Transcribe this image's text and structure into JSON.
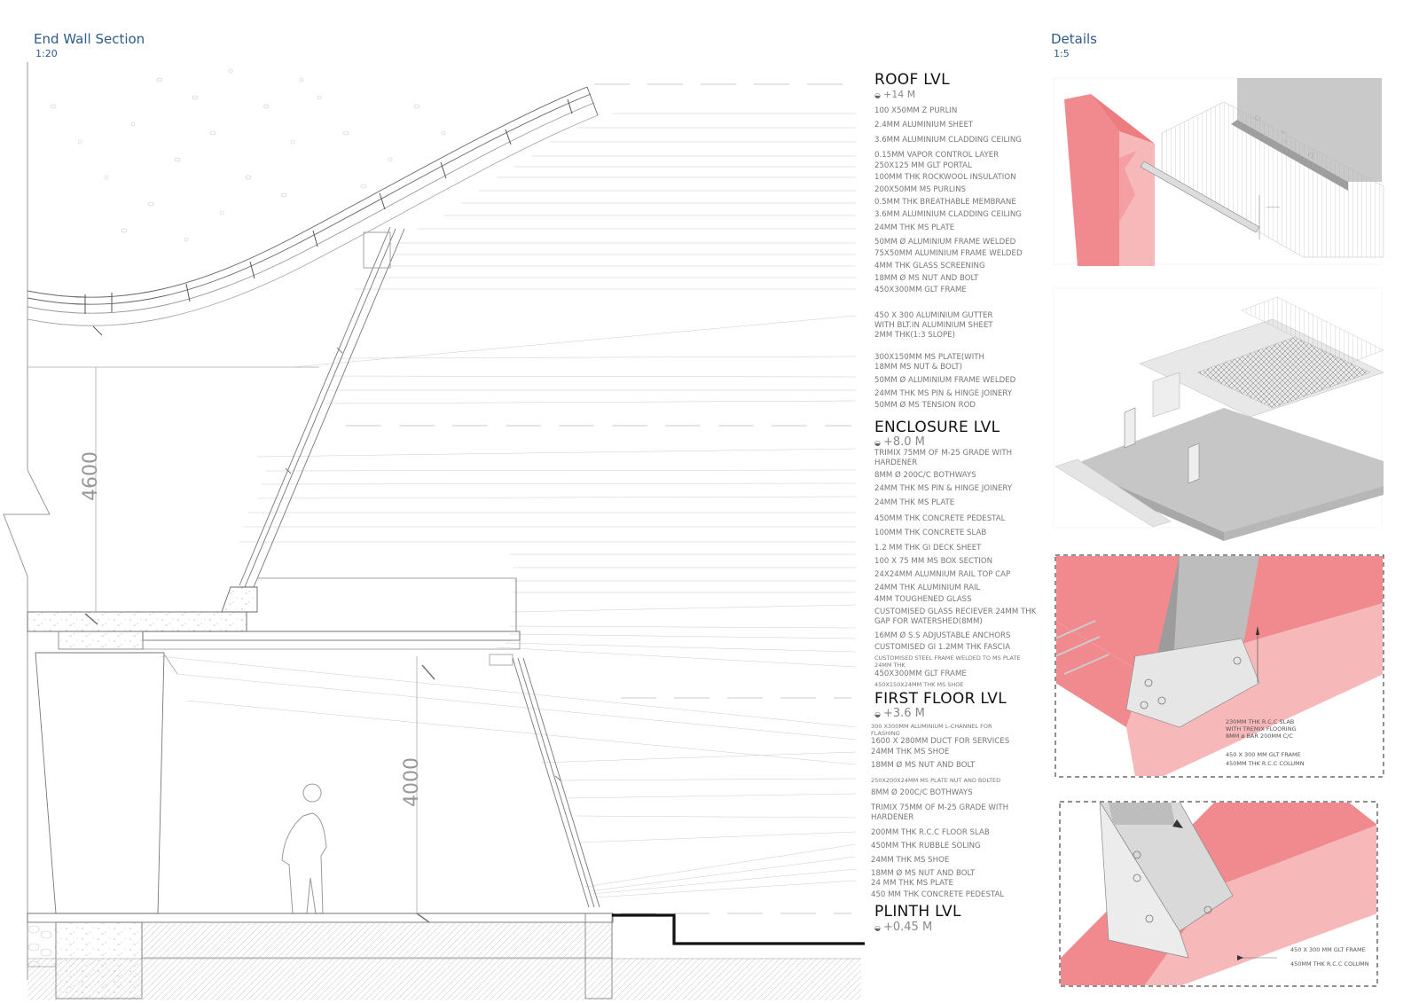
{
  "section": {
    "title": "End Wall Section",
    "scale": "1:20"
  },
  "details": {
    "title": "Details",
    "scale": "1:5"
  },
  "dimensions": {
    "upper": "4600",
    "lower": "4000"
  },
  "levels": [
    {
      "name": "ROOF LVL",
      "elevation": "+14 M"
    },
    {
      "name": "ENCLOSURE LVL",
      "elevation": "+8.0 M"
    },
    {
      "name": "FIRST FLOOR LVL",
      "elevation": "+3.6 M"
    },
    {
      "name": "PLINTH LVL",
      "elevation": "+0.45 M"
    }
  ],
  "notes": [
    "100 X50MM Z  PURLIN",
    "2.4MM ALUMINIUM SHEET",
    "3.6MM  ALUMINIUM CLADDING CEILING",
    "0.15MM VAPOR CONTROL LAYER",
    "250X125 MM GLT PORTAL",
    "100MM THK ROCKWOOL INSULATION",
    "200X50MM MS PURLINS",
    "0.5MM THK BREATHABLE MEMBRANE",
    "3.6MM  ALUMINIUM CLADDING CEILING",
    "24MM THK MS PLATE",
    "50MM Ø ALUMINIUM FRAME WELDED",
    "75X50MM ALUMINIUM FRAME WELDED",
    "4MM THK GLASS SCREENING",
    "18MM Ø MS NUT AND BOLT",
    "450X300MM GLT FRAME",
    "450 X 300 ALUMINIUM GUTTER",
    "WITH BLT.IN ALUMINIUM SHEET",
    "2MM THK(1:3 SLOPE)",
    "300X150MM MS PLATE(WITH",
    "18MM MS NUT & BOLT)",
    "50MM Ø ALUMINIUM FRAME WELDED",
    "24MM THK MS PIN & HINGE JOINERY",
    "50MM Ø  MS TENSION ROD",
    "TRIMIX 75MM OF M-25 GRADE WITH",
    "HARDENER",
    "8MM Ø 200C/C BOTHWAYS",
    "24MM THK MS PIN & HINGE JOINERY",
    "24MM THK MS PLATE",
    "450MM THK CONCRETE PEDESTAL",
    "100MM THK CONCRETE SLAB",
    "1.2 MM THK GI DECK SHEET",
    "100 X 75 MM MS BOX SECTION",
    "24X24MM ALUMNIUM RAIL TOP CAP",
    "24MM THK ALUMINIUM RAIL",
    "4MM TOUGHENED GLASS",
    "CUSTOMISED GLASS RECIEVER 24MM THK",
    "GAP FOR WATERSHED(8MM)",
    "16MM Ø S.S ADJUSTABLE ANCHORS",
    "CUSTOMISED GI 1.2MM THK FASCIA",
    "CUSTOMISED STEEL FRAME WELDED TO MS PLATE",
    "24MM THK",
    "450X300MM GLT FRAME",
    "450X150X24MM THK MS SHOE",
    "300 X300MM  ALUMINIUM L-CHANNEL FOR",
    "FLASHING",
    "1600 X 280MM DUCT FOR SERVICES",
    "24MM THK MS SHOE",
    "18MM Ø MS NUT AND BOLT",
    "250X200X24MM MS PLATE NUT AND BOLTED",
    "8MM Ø 200C/C BOTHWAYS",
    "TRIMIX 75MM OF M-25 GRADE WITH",
    "HARDENER",
    "200MM THK R.C.C FLOOR SLAB",
    "450MM THK RUBBLE SOLING",
    "24MM THK MS SHOE",
    "18MM Ø MS NUT AND BOLT",
    "24 MM THK MS PLATE",
    "450 MM THK CONCRETE PEDESTAL"
  ],
  "detail3_callouts": [
    "230MM THK R.C.C SLAB",
    "WITH TREMIX FLOORING",
    "8MM ø BAR 200MM C/C",
    "450 X 300 MM GLT FRAME",
    "450MM THK R.C.C COLUMN"
  ],
  "detail4_callouts": [
    "450 X 300 MM GLT FRAME",
    "450MM THK R.C.C COLUMN"
  ],
  "colors": {
    "accent": "#2f5a8a",
    "pink": "#f08a8e",
    "pink_light": "#f7b8ba",
    "steel": "#bdbdbd"
  }
}
